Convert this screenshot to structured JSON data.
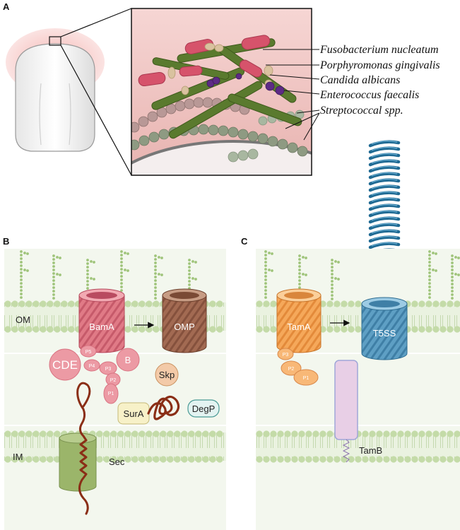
{
  "panels": {
    "a": {
      "letter": "A"
    },
    "b": {
      "letter": "B"
    },
    "c": {
      "letter": "C"
    }
  },
  "species": [
    "Fusobacterium nucleatum",
    "Porphyromonas gingivalis",
    "Candida albicans",
    "Enterococcus faecalis",
    "Streptococcal spp."
  ],
  "panel_b": {
    "om_label": "OM",
    "im_label": "IM",
    "bama_label": "BamA",
    "omp_label": "OMP",
    "cde_label": "CDE",
    "b_label": "B",
    "potra_labels": [
      "P5",
      "P4",
      "P3",
      "P2",
      "P1"
    ],
    "skp_label": "Skp",
    "sura_label": "SurA",
    "degp_label": "DegP",
    "sec_label": "Sec"
  },
  "panel_c": {
    "tama_label": "TamA",
    "t5ss_label": "T5SS",
    "potra_labels": [
      "P3",
      "P2",
      "P1"
    ],
    "tamb_label": "TamB"
  },
  "colors": {
    "membrane": "#dfe9d2",
    "lipid_head": "#b9d49a",
    "bama": "#e07a86",
    "omp": "#a26a52",
    "tama": "#f5a85a",
    "t5ss": "#5e9fc4",
    "helix": "#2f7ea8",
    "tamb": "#e8cfe6",
    "sec": "#9bb56a",
    "chain": "#8a2e16"
  }
}
